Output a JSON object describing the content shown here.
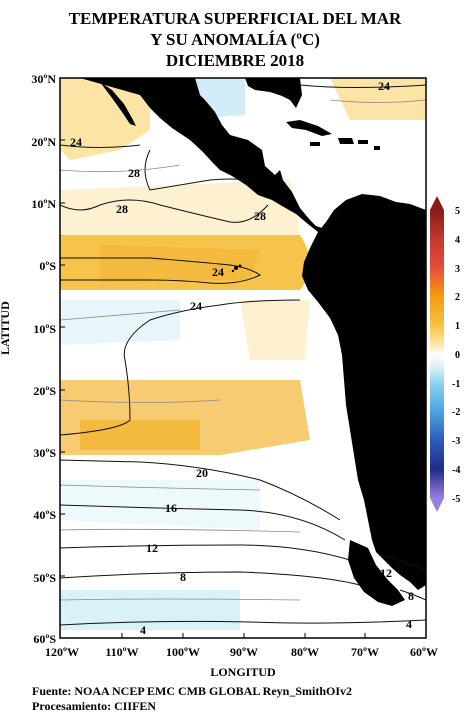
{
  "title": {
    "line1": "TEMPERATURA SUPERFICIAL DEL MAR",
    "line2": "Y SU ANOMALÍA (ºC)",
    "line3": "DICIEMBRE 2018"
  },
  "axes": {
    "xlabel": "LONGITUD",
    "ylabel": "LATITUD",
    "lat_ticks": [
      "30ºN",
      "20ºN",
      "10ºN",
      "0ºS",
      "10ºS",
      "20ºS",
      "30ºS",
      "40ºS",
      "50ºS",
      "60ºS"
    ],
    "lon_ticks": [
      "120ºW",
      "110ºW",
      "100ºW",
      "90ºW",
      "80ºW",
      "70ºW",
      "60ºW"
    ]
  },
  "colorbar": {
    "labels": [
      "5",
      "4",
      "3",
      "2",
      "1",
      "0",
      "-1",
      "-2",
      "-3",
      "-4",
      "-5"
    ],
    "colors": [
      "#8b1a1a",
      "#c0392b",
      "#e74c3c",
      "#f39c12",
      "#f6c142",
      "#ffffff",
      "#8fd3f2",
      "#4aa3df",
      "#2e5cb8",
      "#1f2a8a",
      "#9b7fe0"
    ]
  },
  "contour_labels": [
    "24",
    "24",
    "28",
    "28",
    "28",
    "24",
    "24",
    "20",
    "16",
    "12",
    "8",
    "12",
    "8",
    "4",
    "4"
  ],
  "credits": {
    "source": "Fuente: NOAA NCEP EMC CMB GLOBAL Reyn_SmithOIv2",
    "processing": "Procesamiento: CIIFEN"
  },
  "colors": {
    "land": "#000000",
    "warm_anomaly": "#f5c542",
    "cool_anomaly": "#cfeef8"
  }
}
